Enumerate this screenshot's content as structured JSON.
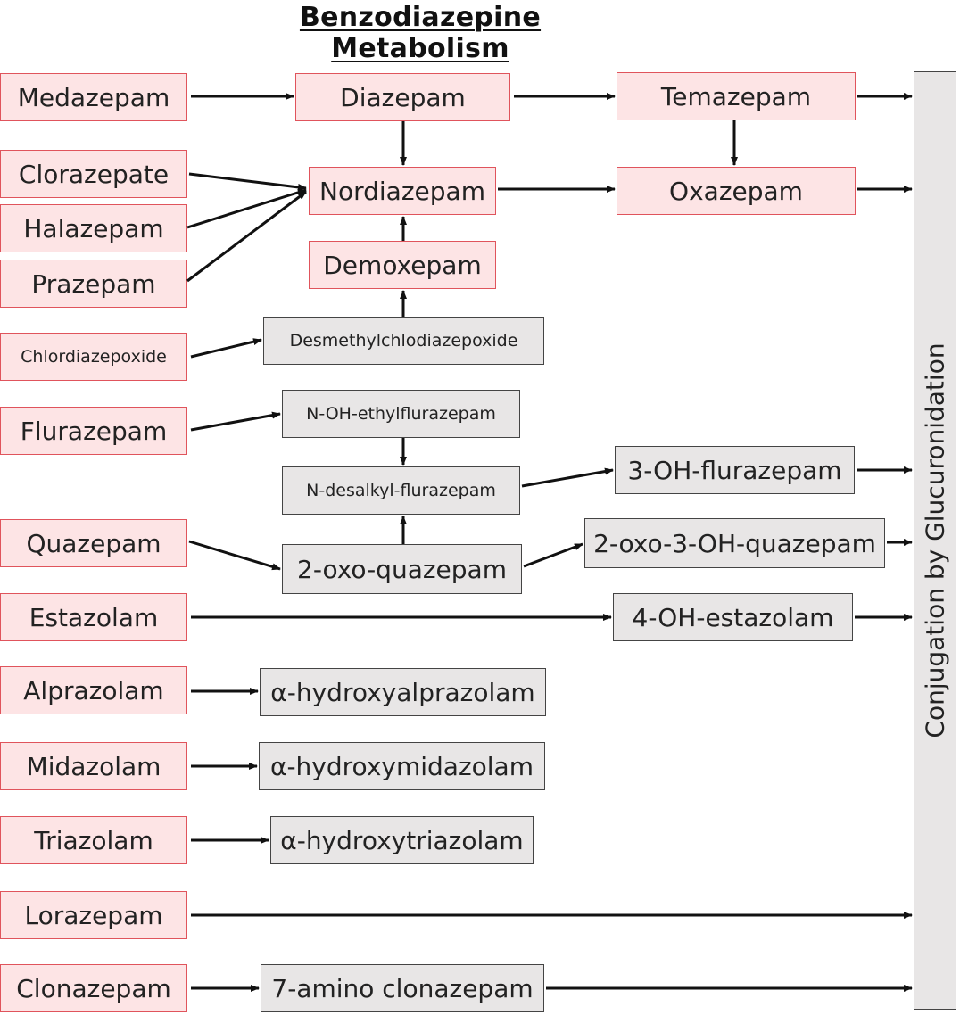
{
  "title": "Benzodiazepine Metabolism",
  "conjugation_label": "Conjugation by Glucuronidation",
  "colors": {
    "parent_fill": "#fde4e5",
    "parent_border": "#e0545c",
    "metabolite_fill": "#e8e6e6",
    "metabolite_border": "#444444",
    "arrow": "#111111"
  },
  "nodes": {
    "medazepam": "Medazepam",
    "diazepam": "Diazepam",
    "temazepam": "Temazepam",
    "clorazepate": "Clorazepate",
    "nordiazepam": "Nordiazepam",
    "oxazepam": "Oxazepam",
    "halazepam": "Halazepam",
    "prazepam": "Prazepam",
    "demoxepam": "Demoxepam",
    "chlordiazepoxide": "Chlordiazepoxide",
    "desmethylchlordiazepoxide": "Desmethylchlodiazepoxide",
    "flurazepam": "Flurazepam",
    "n_oh_ethylflurazepam": "N-OH-ethylflurazepam",
    "n_desalkyl_flurazepam": "N-desalkyl-flurazepam",
    "three_oh_flurazepam": "3-OH-flurazepam",
    "quazepam": "Quazepam",
    "two_oxo_quazepam": "2-oxo-quazepam",
    "two_oxo_three_oh_quazepam": "2-oxo-3-OH-quazepam",
    "estazolam": "Estazolam",
    "four_oh_estazolam": "4-OH-estazolam",
    "alprazolam": "Alprazolam",
    "alpha_hydroxyalprazolam": "α-hydroxyalprazolam",
    "midazolam": "Midazolam",
    "alpha_hydroxymidazolam": "α-hydroxymidazolam",
    "triazolam": "Triazolam",
    "alpha_hydroxytriazolam": "α-hydroxytriazolam",
    "lorazepam": "Lorazepam",
    "clonazepam": "Clonazepam",
    "seven_amino_clonazepam": "7-amino clonazepam"
  }
}
